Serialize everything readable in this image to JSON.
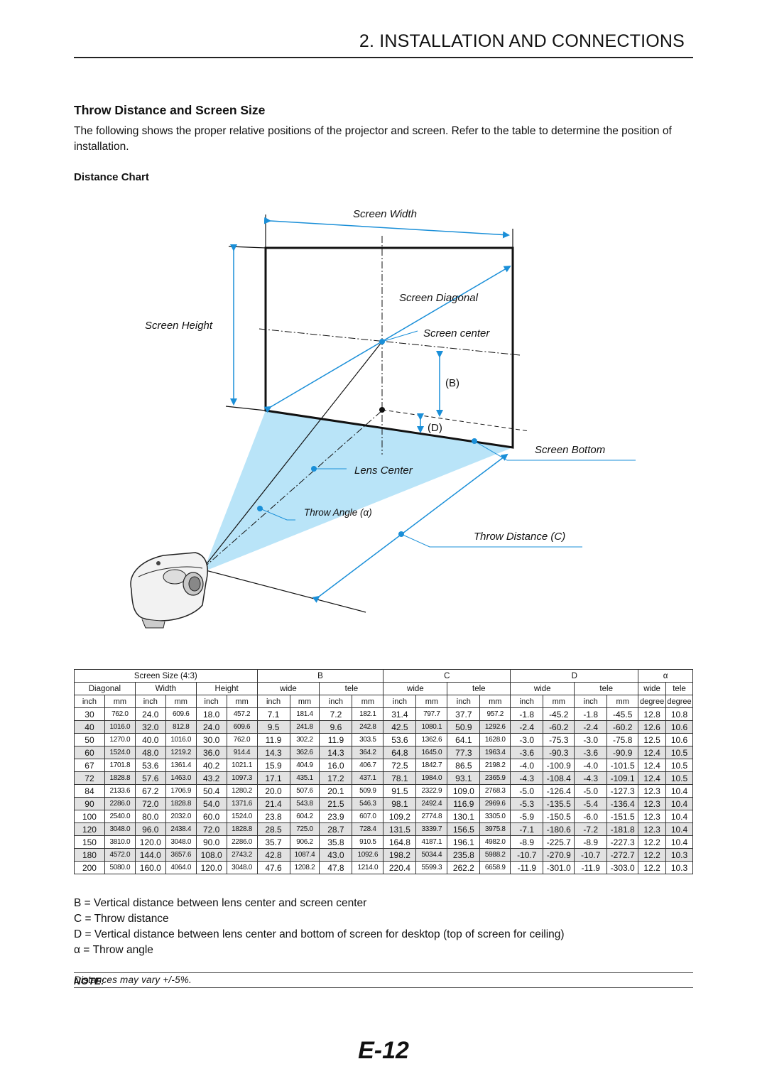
{
  "header": {
    "title": "2. INSTALLATION AND CONNECTIONS"
  },
  "section": {
    "title": "Throw Distance and Screen Size",
    "intro": "The following shows the proper relative positions of the projector and screen. Refer to the table to determine the position of installation.",
    "subtitle": "Distance Chart"
  },
  "diagram": {
    "screen_width": "Screen Width",
    "screen_diagonal": "Screen Diagonal",
    "screen_height": "Screen Height",
    "screen_center": "Screen center",
    "b": "(B)",
    "d": "(D)",
    "screen_bottom": "Screen Bottom",
    "lens_center": "Lens Center",
    "throw_angle": "Throw Angle (α)",
    "throw_distance": "Throw Distance (C)"
  },
  "table": {
    "group_headers": [
      "Screen Size (4:3)",
      "B",
      "C",
      "D",
      "α"
    ],
    "sub_headers": [
      "Diagonal",
      "Width",
      "Height",
      "wide",
      "tele",
      "wide",
      "tele",
      "wide",
      "tele",
      "wide",
      "tele"
    ],
    "units": [
      "inch",
      "mm",
      "inch",
      "mm",
      "inch",
      "mm",
      "inch",
      "mm",
      "inch",
      "mm",
      "inch",
      "mm",
      "inch",
      "mm",
      "inch",
      "mm",
      "inch",
      "mm",
      "degree",
      "degree"
    ],
    "rows": [
      [
        "30",
        "762.0",
        "24.0",
        "609.6",
        "18.0",
        "457.2",
        "7.1",
        "181.4",
        "7.2",
        "182.1",
        "31.4",
        "797.7",
        "37.7",
        "957.2",
        "-1.8",
        "-45.2",
        "-1.8",
        "-45.5",
        "12.8",
        "10.8"
      ],
      [
        "40",
        "1016.0",
        "32.0",
        "812.8",
        "24.0",
        "609.6",
        "9.5",
        "241.8",
        "9.6",
        "242.8",
        "42.5",
        "1080.1",
        "50.9",
        "1292.6",
        "-2.4",
        "-60.2",
        "-2.4",
        "-60.2",
        "12.6",
        "10.6"
      ],
      [
        "50",
        "1270.0",
        "40.0",
        "1016.0",
        "30.0",
        "762.0",
        "11.9",
        "302.2",
        "11.9",
        "303.5",
        "53.6",
        "1362.6",
        "64.1",
        "1628.0",
        "-3.0",
        "-75.3",
        "-3.0",
        "-75.8",
        "12.5",
        "10.6"
      ],
      [
        "60",
        "1524.0",
        "48.0",
        "1219.2",
        "36.0",
        "914.4",
        "14.3",
        "362.6",
        "14.3",
        "364.2",
        "64.8",
        "1645.0",
        "77.3",
        "1963.4",
        "-3.6",
        "-90.3",
        "-3.6",
        "-90.9",
        "12.4",
        "10.5"
      ],
      [
        "67",
        "1701.8",
        "53.6",
        "1361.4",
        "40.2",
        "1021.1",
        "15.9",
        "404.9",
        "16.0",
        "406.7",
        "72.5",
        "1842.7",
        "86.5",
        "2198.2",
        "-4.0",
        "-100.9",
        "-4.0",
        "-101.5",
        "12.4",
        "10.5"
      ],
      [
        "72",
        "1828.8",
        "57.6",
        "1463.0",
        "43.2",
        "1097.3",
        "17.1",
        "435.1",
        "17.2",
        "437.1",
        "78.1",
        "1984.0",
        "93.1",
        "2365.9",
        "-4.3",
        "-108.4",
        "-4.3",
        "-109.1",
        "12.4",
        "10.5"
      ],
      [
        "84",
        "2133.6",
        "67.2",
        "1706.9",
        "50.4",
        "1280.2",
        "20.0",
        "507.6",
        "20.1",
        "509.9",
        "91.5",
        "2322.9",
        "109.0",
        "2768.3",
        "-5.0",
        "-126.4",
        "-5.0",
        "-127.3",
        "12.3",
        "10.4"
      ],
      [
        "90",
        "2286.0",
        "72.0",
        "1828.8",
        "54.0",
        "1371.6",
        "21.4",
        "543.8",
        "21.5",
        "546.3",
        "98.1",
        "2492.4",
        "116.9",
        "2969.6",
        "-5.3",
        "-135.5",
        "-5.4",
        "-136.4",
        "12.3",
        "10.4"
      ],
      [
        "100",
        "2540.0",
        "80.0",
        "2032.0",
        "60.0",
        "1524.0",
        "23.8",
        "604.2",
        "23.9",
        "607.0",
        "109.2",
        "2774.8",
        "130.1",
        "3305.0",
        "-5.9",
        "-150.5",
        "-6.0",
        "-151.5",
        "12.3",
        "10.4"
      ],
      [
        "120",
        "3048.0",
        "96.0",
        "2438.4",
        "72.0",
        "1828.8",
        "28.5",
        "725.0",
        "28.7",
        "728.4",
        "131.5",
        "3339.7",
        "156.5",
        "3975.8",
        "-7.1",
        "-180.6",
        "-7.2",
        "-181.8",
        "12.3",
        "10.4"
      ],
      [
        "150",
        "3810.0",
        "120.0",
        "3048.0",
        "90.0",
        "2286.0",
        "35.7",
        "906.2",
        "35.8",
        "910.5",
        "164.8",
        "4187.1",
        "196.1",
        "4982.0",
        "-8.9",
        "-225.7",
        "-8.9",
        "-227.3",
        "12.2",
        "10.4"
      ],
      [
        "180",
        "4572.0",
        "144.0",
        "3657.6",
        "108.0",
        "2743.2",
        "42.8",
        "1087.4",
        "43.0",
        "1092.6",
        "198.2",
        "5034.4",
        "235.8",
        "5988.2",
        "-10.7",
        "-270.9",
        "-10.7",
        "-272.7",
        "12.2",
        "10.3"
      ],
      [
        "200",
        "5080.0",
        "160.0",
        "4064.0",
        "120.0",
        "3048.0",
        "47.6",
        "1208.2",
        "47.8",
        "1214.0",
        "220.4",
        "5599.3",
        "262.2",
        "6658.9",
        "-11.9",
        "-301.0",
        "-11.9",
        "-303.0",
        "12.2",
        "10.3"
      ]
    ]
  },
  "legend": [
    "B = Vertical distance between lens center and screen center",
    "C = Throw distance",
    "D = Vertical distance between lens center and bottom of screen for desktop (top of screen for ceiling)",
    "α = Throw angle"
  ],
  "note": {
    "label": "NOTE:",
    "text": " Distances may vary +/-5%."
  },
  "page_number": "E-12"
}
